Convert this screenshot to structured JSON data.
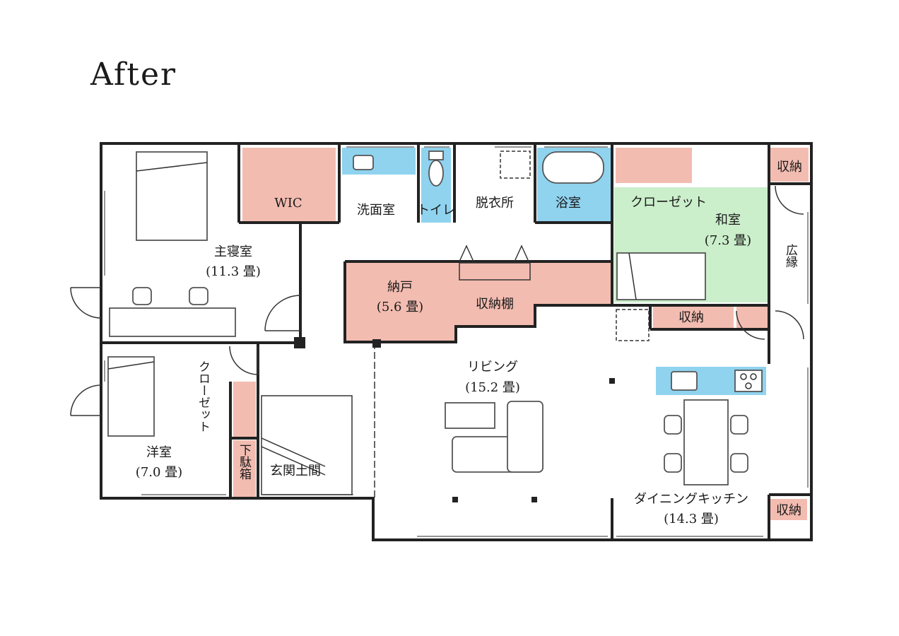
{
  "title": "After",
  "colors": {
    "storage": "#f3bcb1",
    "water": "#8fd3ef",
    "tatami": "#cbeecb",
    "wall": "#222222",
    "background": "#ffffff"
  },
  "rooms": {
    "master_bedroom": {
      "name": "主寝室",
      "size": "(11.3 畳)"
    },
    "wic": {
      "name": "WIC"
    },
    "washroom": {
      "name": "洗面室"
    },
    "toilet": {
      "name": "トイレ"
    },
    "dressing_room": {
      "name": "脱衣所"
    },
    "bathroom": {
      "name": "浴室"
    },
    "closet_japanese": {
      "name": "クローゼット"
    },
    "storage_top_right": {
      "name": "収納"
    },
    "japanese_room": {
      "name": "和室",
      "size": "(7.3 畳)"
    },
    "engawa": {
      "name": "広縁"
    },
    "nando": {
      "name": "納戸",
      "size": "(5.6 畳)"
    },
    "storage_shelf": {
      "name": "収納棚"
    },
    "storage_mid": {
      "name": "収納"
    },
    "living": {
      "name": "リビング",
      "size": "(15.2 畳)"
    },
    "western_room": {
      "name": "洋室",
      "size": "(7.0 畳)"
    },
    "closet_western": {
      "name": "クローゼット"
    },
    "shoe_box": {
      "name": "下駄箱"
    },
    "entrance": {
      "name": "玄関土間"
    },
    "dining_kitchen": {
      "name": "ダイニングキッチン",
      "size": "(14.3 畳)"
    },
    "storage_bottom_right": {
      "name": "収納"
    }
  },
  "icons": [
    "door-swing-icon",
    "bed-icon",
    "chair-icon",
    "sofa-icon",
    "bathtub-icon",
    "toilet-icon",
    "sink-icon",
    "stove-icon",
    "column-icon"
  ]
}
